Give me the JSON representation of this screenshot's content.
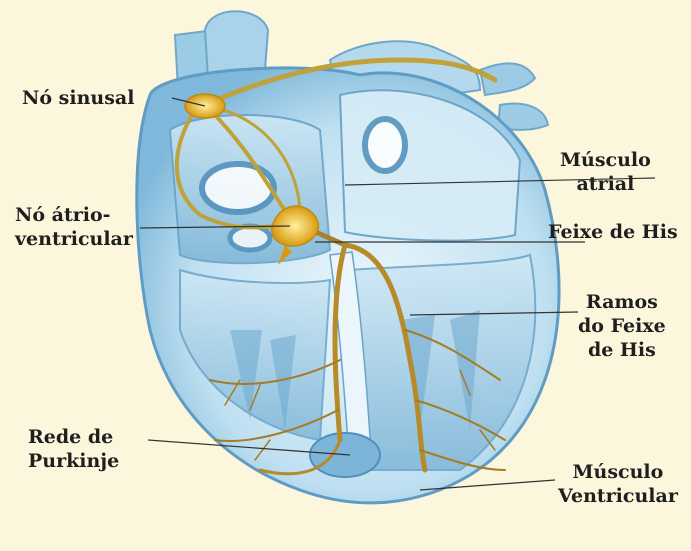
{
  "labels": {
    "sa_node": "Nó sinusal",
    "av_node_line1": "Nó átrio-",
    "av_node_line2": "ventricular",
    "purkinje_line1": "Rede de",
    "purkinje_line2": "Purkinje",
    "atrial_line1": "Músculo",
    "atrial_line2": "atrial",
    "his_bundle": "Feixe de His",
    "branches_line1": "Ramos",
    "branches_line2": "do Feixe",
    "branches_line3": "de His",
    "ventricular_line1": "Músculo",
    "ventricular_line2": "Ventricular"
  },
  "colors": {
    "background": "#fbf6dc",
    "heart_outer": "#bcdff0",
    "heart_inner": "#e6f4fb",
    "chamber_shade": "#8cc4e2",
    "conduction": "#c9a53a",
    "conduction_dark": "#8a6a1c",
    "node": "#e8b21e",
    "leader": "#333333"
  }
}
